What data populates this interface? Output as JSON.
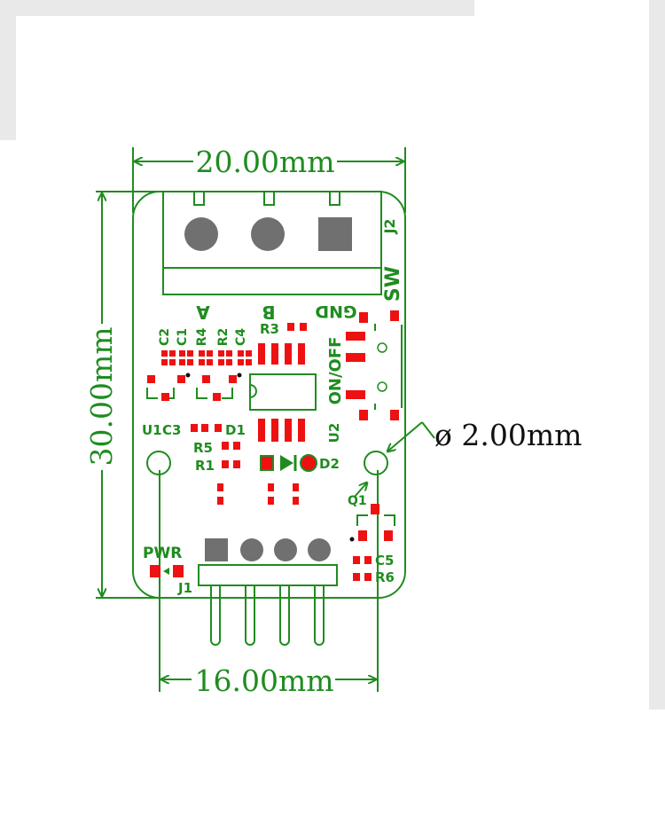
{
  "dimensions": {
    "width": "20.00mm",
    "height": "30.00mm",
    "pin_spacing": "16.00mm",
    "hole_diameter": "ø 2.00mm"
  },
  "silkscreen": {
    "j2": "J2",
    "sw": "SW",
    "pin_a": "A",
    "pin_b": "B",
    "pin_gnd": "GND",
    "c2": "C2",
    "c1": "C1",
    "r4": "R4",
    "r2": "R2",
    "c4": "C4",
    "r3": "R3",
    "on_off": "ON/OFF",
    "u1": "U1",
    "c3": "C3",
    "d1": "D1",
    "u2": "U2",
    "r5": "R5",
    "r1": "R1",
    "d2": "D2",
    "q1": "Q1",
    "pwr": "PWR",
    "c5": "C5",
    "r6": "R6",
    "j1": "J1"
  },
  "colors": {
    "silk_green": "#1f8c1f",
    "pad_red": "#ee1111",
    "pad_gray": "#707070"
  }
}
